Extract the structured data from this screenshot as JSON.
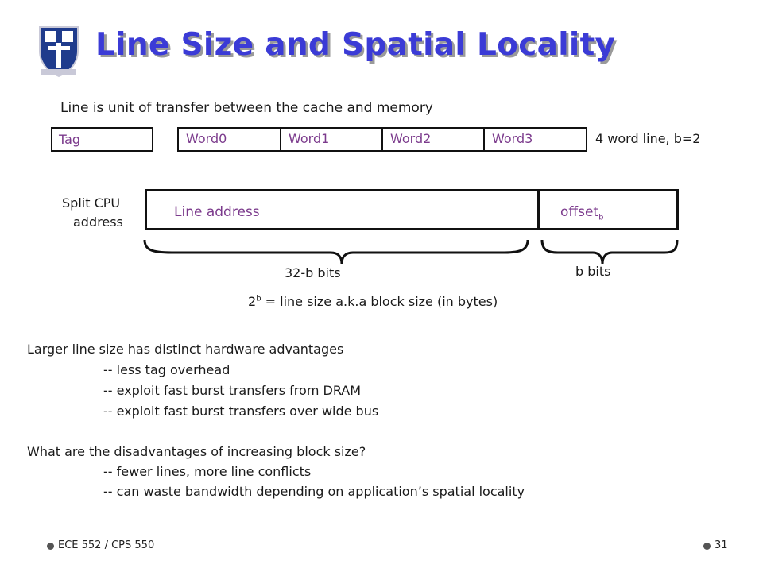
{
  "slide": {
    "title": "Line Size and Spatial Locality",
    "intro": "Line is unit of transfer between the cache and memory",
    "tag_label": "Tag",
    "words": [
      "Word0",
      "Word1",
      "Word2",
      "Word3"
    ],
    "word_note": "4 word line, b=2",
    "split_label_1": "Split CPU",
    "split_label_2": "address",
    "line_address": "Line address",
    "offset": "offset",
    "offset_sub": "b",
    "brace_32b": "32-b bits",
    "brace_b": "b bits",
    "formula_base": "2",
    "formula_sup": "b",
    "formula_rest": " = line size a.k.a block size (in bytes)",
    "advantages_heading": "Larger line size has distinct hardware advantages",
    "advantages": [
      "-- less tag overhead",
      "-- exploit fast burst transfers from DRAM",
      "-- exploit fast burst transfers over wide bus"
    ],
    "disadvantages_heading": "What are the disadvantages of increasing block size?",
    "disadvantages": [
      "-- fewer lines, more line conflicts",
      "-- can waste bandwidth depending on application’s spatial locality"
    ]
  },
  "footer": {
    "course": "ECE 552 / CPS 550",
    "page": "31"
  },
  "colors": {
    "title": "#3b3bd6",
    "box_text": "#7b3a8c",
    "logo_blue": "#1f3b8c"
  }
}
